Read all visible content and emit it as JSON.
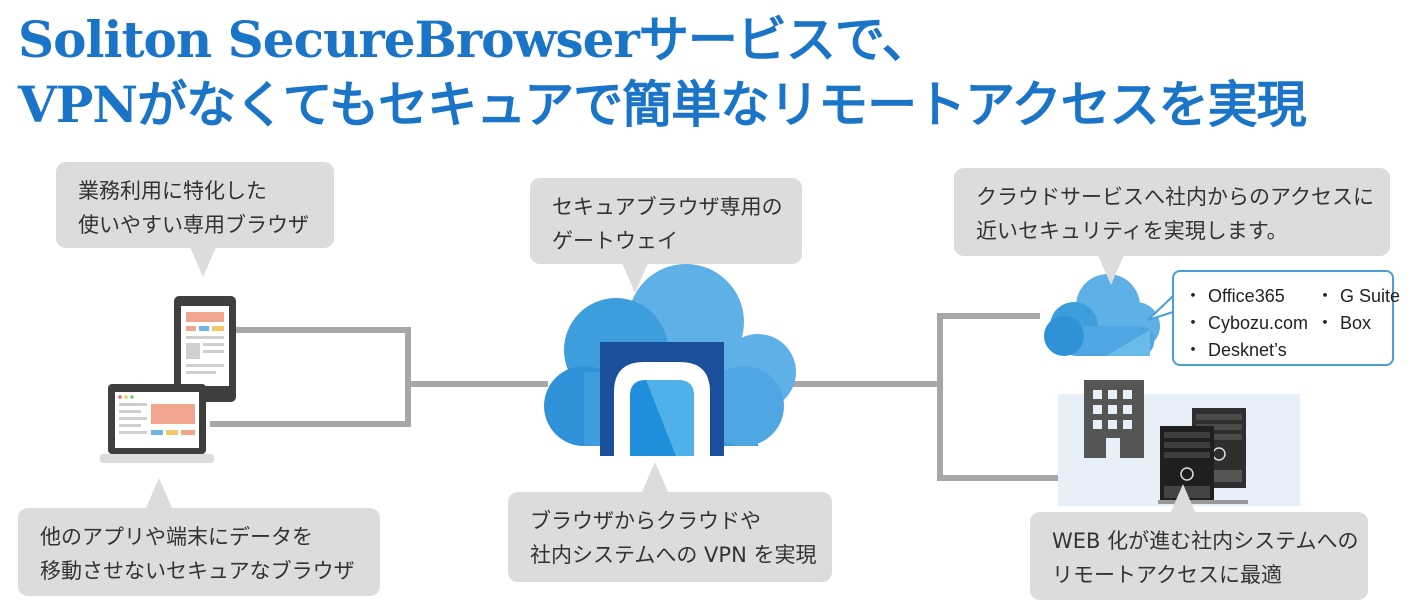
{
  "title": {
    "line1": "Soliton SecureBrowserサービスで、",
    "line2": "VPNがなくてもセキュアで簡単なリモートアクセスを実現"
  },
  "bubbles": {
    "browser": [
      "業務利用に特化した",
      "使いやすい専用ブラウザ"
    ],
    "gateway": [
      "セキュアブラウザ専用の",
      "ゲートウェイ"
    ],
    "cloud": [
      "クラウドサービスへ社内からのアクセスに",
      "近いセキュリティを実現します。"
    ],
    "data": [
      "他のアプリや端末にデータを",
      "移動させないセキュアなブラウザ"
    ],
    "vpn": [
      "ブラウザからクラウドや",
      "社内システムへの VPN を実現"
    ],
    "web": [
      "WEB 化が進む社内システムへの",
      "リモートアクセスに最適"
    ]
  },
  "services": {
    "bullet": "・",
    "items": [
      "Office365",
      "G Suite",
      "Cybozu.com",
      "Box",
      "Desknet’s"
    ]
  },
  "colors": {
    "title": "#1a74c7",
    "bubble": "#dcdcdc",
    "connector": "#a7a7a7",
    "cloud_light": "#5fb0e6",
    "cloud_mid": "#2f92d8",
    "gateway_dark": "#1b4f9c",
    "device_dark": "#3f3f3f"
  },
  "icons": [
    "smartphone-icon",
    "laptop-icon",
    "gateway-cloud-icon",
    "service-cloud-icon",
    "office-building-icon",
    "server-icon"
  ]
}
